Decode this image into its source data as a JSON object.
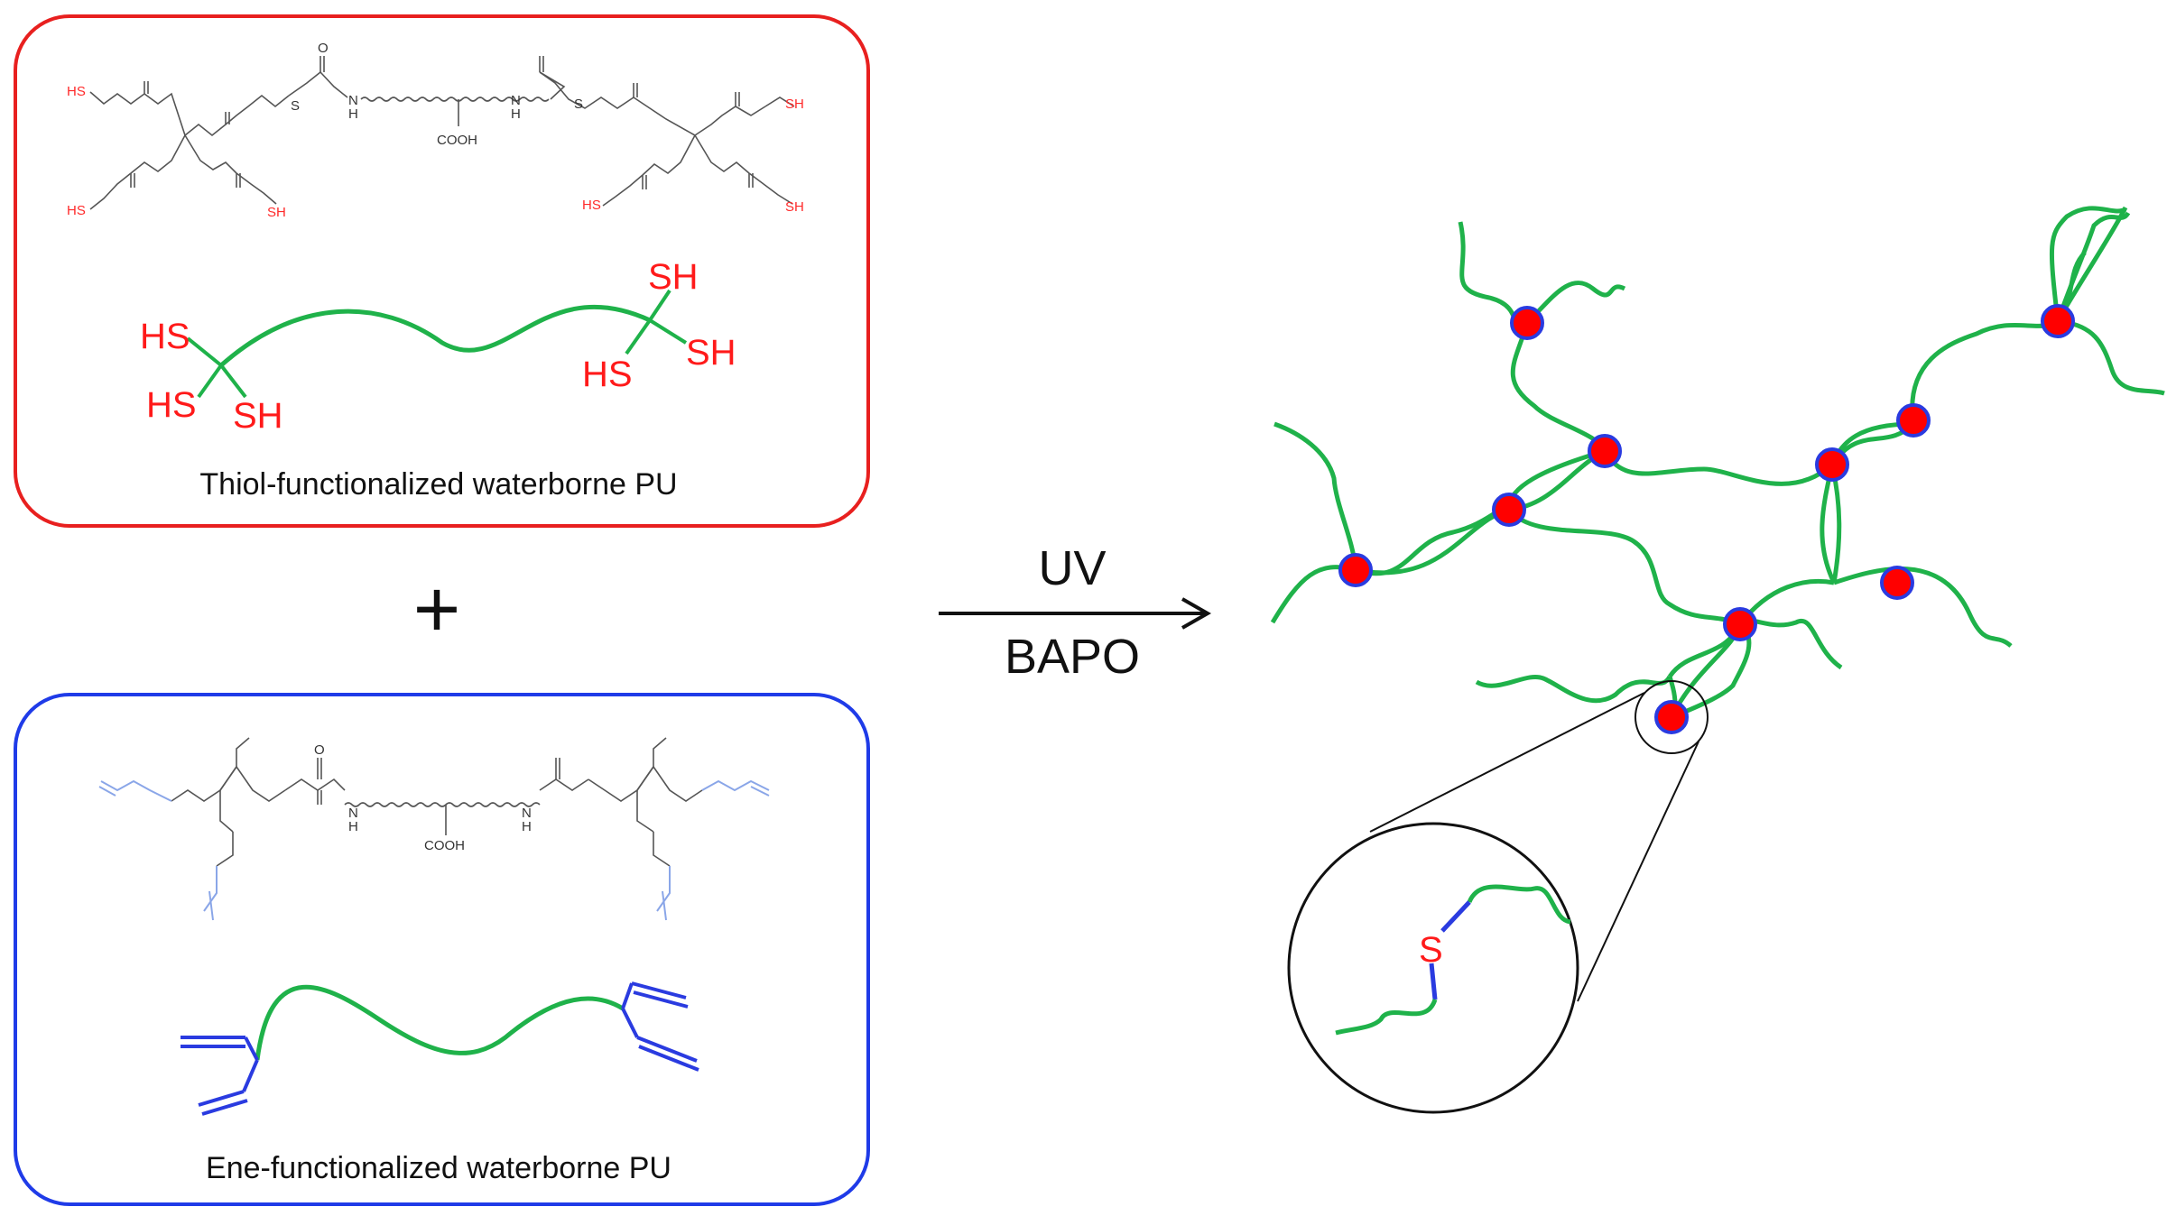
{
  "panels": {
    "thiol": {
      "caption": "Thiol-functionalized waterborne PU",
      "border_color": "#e8201f",
      "structure_labels": {
        "sh_left_top": "HS",
        "sh_left_bottom": "HS",
        "sh_mid_bottom": "SH",
        "sh_right_top": "SH",
        "sh_right_mid": "SH",
        "sh_right_bottom": "HS",
        "s_left": "S",
        "s_right": "S",
        "nh_left": "N\nH",
        "nh_right": "N\nH",
        "cooh": "COOH",
        "o": "O"
      },
      "cartoon_labels": {
        "left_1": "HS",
        "left_2": "HS",
        "left_3": "SH",
        "right_1": "SH",
        "right_2": "SH",
        "right_3": "HS"
      }
    },
    "ene": {
      "caption": "Ene-functionalized waterborne PU",
      "border_color": "#1f3be8",
      "structure_labels": {
        "nh_left": "N\nH",
        "nh_right": "N\nH",
        "cooh": "COOH",
        "o": "O"
      }
    }
  },
  "plus_sign": "+",
  "arrow": {
    "top_label": "UV",
    "bottom_label": "BAPO"
  },
  "network": {
    "chain_color": "#1fb24a",
    "node_fill": "#ff0000",
    "node_stroke": "#2a3be0"
  },
  "zoom": {
    "sulfur_label": "S"
  },
  "colors": {
    "thiol_red": "#ff2a2a",
    "ene_blue": "#2a3be0",
    "chain_green": "#1fb24a",
    "structure_gray": "#555555",
    "allyl_lightblue": "#8aa6e8"
  }
}
